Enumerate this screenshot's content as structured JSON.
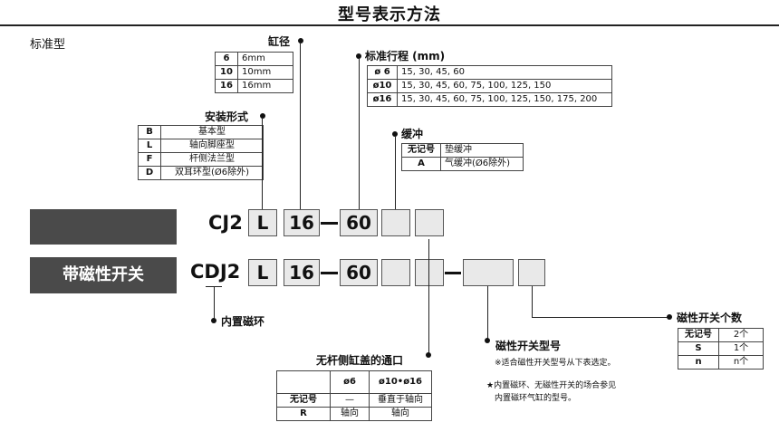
{
  "title": "型号表示方法",
  "standard_label": "标准型",
  "with_switch_label": "带磁性开关",
  "model_standard": "CJ2",
  "model_switch": "CDJ2",
  "code_mount": "L",
  "code_bore": "16",
  "code_stroke": "60",
  "bore": {
    "label": "缸径",
    "rows": [
      {
        "code": "6",
        "value": "6mm"
      },
      {
        "code": "10",
        "value": "10mm"
      },
      {
        "code": "16",
        "value": "16mm"
      }
    ]
  },
  "mount": {
    "label": "安装形式",
    "rows": [
      {
        "code": "B",
        "value": "基本型"
      },
      {
        "code": "L",
        "value": "轴向脚座型"
      },
      {
        "code": "F",
        "value": "杆侧法兰型"
      },
      {
        "code": "D",
        "value": "双耳环型(Ø6除外)"
      }
    ]
  },
  "stroke": {
    "label": "标准行程 (mm)",
    "rows": [
      {
        "code": "ø 6",
        "value": "15, 30, 45, 60"
      },
      {
        "code": "ø10",
        "value": "15, 30, 45, 60, 75, 100, 125, 150"
      },
      {
        "code": "ø16",
        "value": "15, 30, 45, 60, 75, 100, 125, 150, 175, 200"
      }
    ]
  },
  "cushion": {
    "label": "缓冲",
    "rows": [
      {
        "code": "无记号",
        "value": "垫缓冲"
      },
      {
        "code": "A",
        "value": "气缓冲(Ø6除外)"
      }
    ]
  },
  "builtin_magnet_label": "内置磁环",
  "port": {
    "label": "无杆侧缸盖的通口",
    "header": [
      "",
      "ø6",
      "ø10•ø16"
    ],
    "rows": [
      [
        "无记号",
        "—",
        "垂直于轴向"
      ],
      [
        "R",
        "轴向",
        "轴向"
      ]
    ]
  },
  "switch_model": {
    "label": "磁性开关型号",
    "note1": "※适合磁性开关型号从下表选定。",
    "note2a": "★内置磁环、无磁性开关的场合参见",
    "note2b": "内置磁环气缸的型号。"
  },
  "switch_count": {
    "label": "磁性开关个数",
    "rows": [
      {
        "code": "无记号",
        "value": "2个"
      },
      {
        "code": "S",
        "value": "1个"
      },
      {
        "code": "n",
        "value": "n个"
      }
    ]
  }
}
